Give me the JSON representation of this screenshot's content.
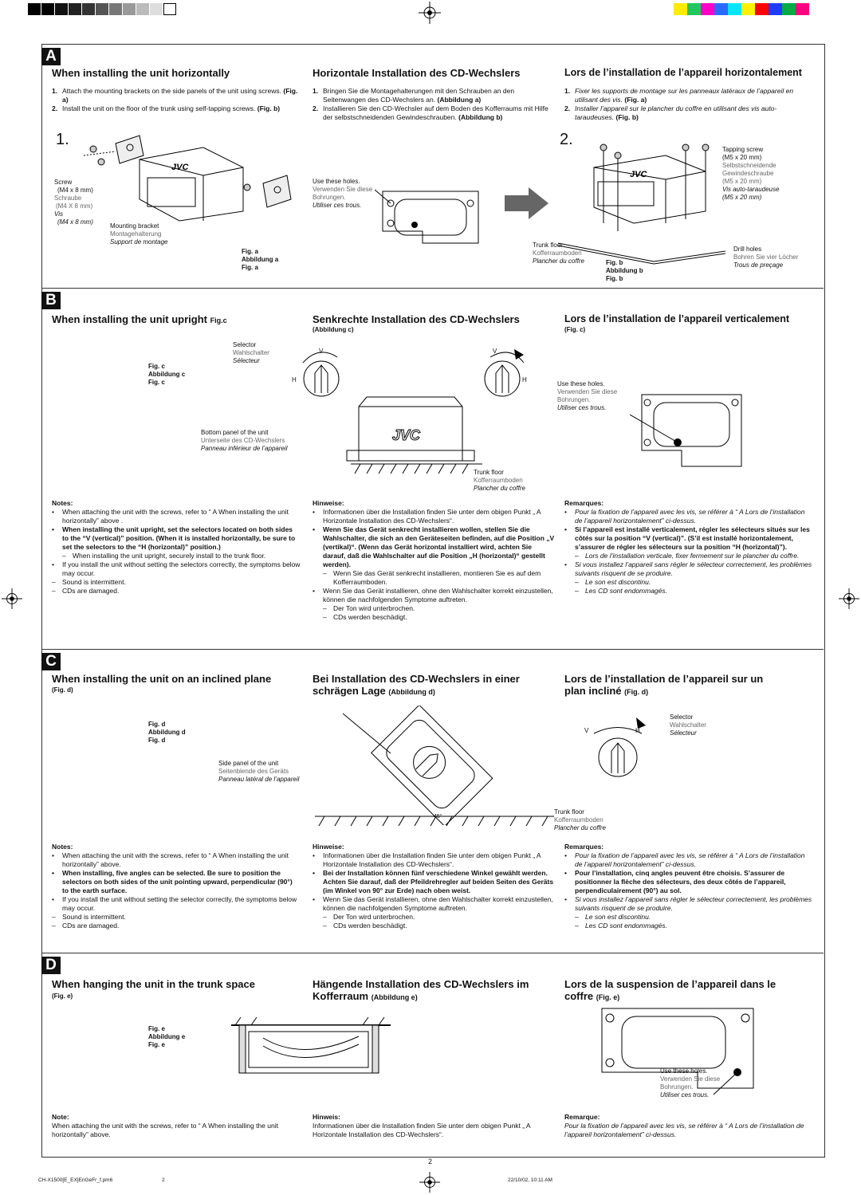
{
  "colors": {
    "frame": "#333333",
    "badge": "#111111",
    "grey_text": "#666666",
    "registration": [
      "#ffeb00",
      "#22c55e",
      "#ff00c8",
      "#2a6bff",
      "#00e6ff",
      "#e6e600",
      "#ff0000",
      "#1e3cff",
      "#00aa44",
      "#ff0080"
    ]
  },
  "sectionA": {
    "badge": "A",
    "en": {
      "title": "When installing the unit horizontally",
      "items": [
        {
          "n": "1.",
          "text": "Attach the mounting brackets on the side panels of the unit using screws.",
          "ref": "(Fig. a)"
        },
        {
          "n": "2.",
          "text": "Install the unit on the floor of the trunk using self-tapping screws.",
          "ref": "(Fig. b)"
        }
      ]
    },
    "de": {
      "title": "Horizontale Installation des CD-Wechslers",
      "items": [
        {
          "n": "1.",
          "text": "Bringen Sie die Montagehalterungen mit den Schrauben an den Seitenwangen des CD-Wechslers an.",
          "ref": "(Abbildung a)"
        },
        {
          "n": "2.",
          "text": "Installieren Sie den CD-Wechsler auf dem Boden des Kofferraums mit Hilfe der selbstschneidenden Gewindeschrauben.",
          "ref": "(Abbildung b)"
        }
      ]
    },
    "fr": {
      "title": "Lors de l’installation de l’appareil horizontalement",
      "items": [
        {
          "n": "1.",
          "text": "Fixer les supports de montage sur les panneaux latéraux de l’appareil en utilisant des vis.",
          "ref": "(Fig. a)"
        },
        {
          "n": "2.",
          "text": "Installer l’appareil sur le plancher du coffre en utilisant des vis auto-taraudeuses.",
          "ref": "(Fig. b)"
        }
      ]
    },
    "step1": "1.",
    "step2": "2.",
    "screw": {
      "en": "Screw",
      "size": "(M4 x 8 mm)",
      "de": "Schraube",
      "de_size": "(M4 X 8 mm)",
      "fr": "Vis",
      "fr_size": "(M4 x 8 mm)"
    },
    "bracket": {
      "en": "Mounting bracket",
      "de": "Montagehalterung",
      "fr": "Support de montage"
    },
    "figa": [
      "Fig. a",
      "Abbildung a",
      "Fig. a"
    ],
    "holes": {
      "en": "Use these holes.",
      "de1": "Verwenden Sie diese",
      "de2": "Bohrungen.",
      "fr": "Utiliser ces trous."
    },
    "tapping": {
      "en": "Tapping screw",
      "size": "(M5 x 20 mm)",
      "de1": "Selbstschneidende",
      "de2": "Gewindeschraube",
      "de_size": "(M5 x 20 mm)",
      "fr": "Vis auto-taraudeuse",
      "fr_size": "(M5 x 20 mm)"
    },
    "trunk": {
      "en": "Trunk floor",
      "de": "Kofferraumboden",
      "fr": "Plancher du coffre"
    },
    "drill": {
      "en": "Drill holes",
      "de": "Bohren Sie vier Löcher",
      "fr": "Trous de preçage"
    },
    "figb": [
      "Fig. b",
      "Abbildung b",
      "Fig. b"
    ],
    "brand": "JVC"
  },
  "sectionB": {
    "badge": "B",
    "en": {
      "title": "When installing the unit upright",
      "ref": "Fig.c"
    },
    "de": {
      "title": "Senkrechte Installation des CD-Wechslers",
      "ref": "(Abbildung c)"
    },
    "fr": {
      "title": "Lors de l’installation de l’appareil verticalement",
      "ref": "(Fig. c)"
    },
    "figc": [
      "Fig. c",
      "Abbildung c",
      "Fig. c"
    ],
    "selector": {
      "en": "Selector",
      "de": "Wahlschalter",
      "fr": "Sélecteur"
    },
    "bottom": {
      "en": "Bottom panel of the unit",
      "de": "Unterseite des CD-Wechslers",
      "fr": "Panneau inférieur de l’appareil"
    },
    "trunk": {
      "en": "Trunk floor",
      "de": "Kofferraumboden",
      "fr": "Plancher du coffre"
    },
    "holes": {
      "en": "Use these holes.",
      "de1": "Verwenden Sie diese",
      "de2": "Bohrungen.",
      "fr": "Utiliser ces trous."
    },
    "V": "V",
    "H": "H",
    "notes_en": {
      "title": "Notes:",
      "items": [
        {
          "t": "b",
          "text": "When attaching the unit with the screws, refer to “ A When installing the unit horizontally” above ."
        },
        {
          "t": "bb",
          "text": "When installing the unit upright, set the selectors located on both sides to the “V (vertical)” position. (When it is installed horizontally, be sure to set the selectors to the “H (horizontal)” position.)"
        },
        {
          "t": "d",
          "text": "When installing the unit upright, securely install to the trunk floor."
        },
        {
          "t": "b",
          "text": "If you install the unit without setting the selectors correctly, the symptoms below may occur."
        },
        {
          "t": "d",
          "text": "Sound is intermittent."
        },
        {
          "t": "d",
          "text": "CDs are damaged."
        }
      ]
    },
    "notes_de": {
      "title": "Hinweise:",
      "items": [
        {
          "t": "b",
          "text": "Informationen über die Installation finden Sie unter dem obigen Punkt „ A Horizontale Installation des CD-Wechslers“."
        },
        {
          "t": "bb",
          "text": "Wenn Sie das Gerät senkrecht installieren wollen, stellen Sie die Wahlschalter, die sich an den Geräteseiten befinden, auf die Position „V (vertikal)“. (Wenn das Gerät horizontal installiert wird, achten Sie darauf, daß die Wahlschalter auf die Position „H (horizontal)“ gestellt werden)."
        },
        {
          "t": "d",
          "text": "Wenn Sie das Gerät senkrecht installieren, montieren Sie es auf dem Kofferraumboden."
        },
        {
          "t": "b",
          "text": "Wenn Sie das Gerät installieren, ohne den Wahlschalter korrekt einzustellen, können die nachfolgenden Symptome auftreten."
        },
        {
          "t": "d",
          "text": "Der Ton wird unterbrochen."
        },
        {
          "t": "d",
          "text": "CDs werden beschädigt."
        }
      ]
    },
    "notes_fr": {
      "title": "Remarques:",
      "items": [
        {
          "t": "bi",
          "text": "Pour la fixation de l’appareil avec les vis, se référer à “ A Lors de l’installation de l’appareil horizontalement” ci-dessus."
        },
        {
          "t": "bb",
          "text": "Si l’appareil est installé verticalement, régler les sélecteurs situés sur les côtés sur la position “V (vertical)”. (S’il est installé horizontalement, s’assurer de régler les sélecteurs sur la position “H (horizontal)”)."
        },
        {
          "t": "di",
          "text": "Lors de l’installation verticale, fixer fermement sur le plancher du coffre."
        },
        {
          "t": "bi",
          "text": "Si vous installez l’appareil sans régler le sélecteur correctement, les problèmes suivants risquent de se produire."
        },
        {
          "t": "di",
          "text": "Le son est discontinu."
        },
        {
          "t": "di",
          "text": "Les CD sont endommagés."
        }
      ]
    }
  },
  "sectionC": {
    "badge": "C",
    "en": {
      "title": "When installing the unit on an inclined plane",
      "ref": "(Fig. d)"
    },
    "de": {
      "title1": "Bei Installation des CD-Wechslers in einer",
      "title2": "schrägen Lage",
      "ref": "(Abbildung d)"
    },
    "fr": {
      "title1": "Lors de l’installation de l’appareil sur un",
      "title2": "plan incliné",
      "ref": "(Fig. d)"
    },
    "figd": [
      "Fig. d",
      "Abbildung d",
      "Fig. d"
    ],
    "side": {
      "en": "Side panel of the unit",
      "de": "Seitenblende des Geräts",
      "fr": "Panneau latéral de l’appareil"
    },
    "selector": {
      "en": "Selector",
      "de": "Wahlschalter",
      "fr": "Sélecteur"
    },
    "trunk": {
      "en": "Trunk floor",
      "de": "Kofferraumboden",
      "fr": "Plancher du coffre"
    },
    "angle": "45°",
    "notes_en": {
      "title": "Notes:",
      "items": [
        {
          "t": "b",
          "text": "When attaching the unit with the screws, refer to “ A When installing the unit horizontally” above."
        },
        {
          "t": "bb",
          "text": "When installing, five angles can be selected. Be sure to position the selectors on both sides of the unit pointing upward, perpendicular (90°) to the earth surface."
        },
        {
          "t": "b",
          "text": "If you install the unit without setting the selector correctly, the symptoms below may occur."
        },
        {
          "t": "d",
          "text": "Sound is intermittent."
        },
        {
          "t": "d",
          "text": "CDs are damaged."
        }
      ]
    },
    "notes_de": {
      "title": "Hinweise:",
      "items": [
        {
          "t": "b",
          "text": "Informationen über die Installation finden Sie unter dem obigen Punkt „ A Horizontale Installation des CD-Wechslers“."
        },
        {
          "t": "bb",
          "text": "Bei der Installation können fünf verschiedene Winkel gewählt werden. Achten Sie darauf, daß der Pfeildrehregler auf beiden Seiten des Geräts (im Winkel von 90° zur Erde) nach oben weist."
        },
        {
          "t": "b",
          "text": "Wenn Sie das Gerät installieren, ohne den Wahlschalter korrekt einzustellen, können die nachfolgenden Symptome auftreten."
        },
        {
          "t": "d",
          "text": "Der Ton wird unterbrochen."
        },
        {
          "t": "d",
          "text": "CDs werden beschädigt."
        }
      ]
    },
    "notes_fr": {
      "title": "Remarques:",
      "items": [
        {
          "t": "bi",
          "text": "Pour la fixation de l’appareil avec les vis, se référer à “ A Lors de l’installation de l’appareil horizontalement” ci-dessus."
        },
        {
          "t": "bb",
          "text": "Pour l’installation, cinq angles peuvent être choisis. S’assurer de positionner la flèche des sélecteurs, des deux côtés de l’appareil, perpendiculairement (90°) au sol."
        },
        {
          "t": "bi",
          "text": "Si vous installez l’appareil sans régler le sélecteur correctement, les problèmes suivants risquent de se produire."
        },
        {
          "t": "di",
          "text": "Le son est discontinu."
        },
        {
          "t": "di",
          "text": "Les CD sont endommagés."
        }
      ]
    }
  },
  "sectionD": {
    "badge": "D",
    "en": {
      "title": "When hanging the unit in the trunk space",
      "ref": "(Fig. e)"
    },
    "de": {
      "title1": "Hängende Installation des CD-Wechslers im",
      "title2": "Kofferraum",
      "ref": "(Abbildung e)"
    },
    "fr": {
      "title1": "Lors de la suspension de l’appareil dans le",
      "title2": "coffre",
      "ref": "(Fig. e)"
    },
    "fige": [
      "Fig. e",
      "Abbildung e",
      "Fig. e"
    ],
    "holes": {
      "en": "Use these holes.",
      "de1": "Verwenden Sie diese",
      "de2": "Bohrungen.",
      "fr": "Utiliser ces trous."
    },
    "note_en": {
      "title": "Note:",
      "text": "When attaching the unit with the screws, refer to “ A When installing the unit horizontally” above."
    },
    "note_de": {
      "title": "Hinweis:",
      "text": "Informationen über die Installation finden Sie unter dem obigen Punkt „ A Horizontale Installation des CD-Wechslers“."
    },
    "note_fr": {
      "title": "Remarque:",
      "text": "Pour la fixation de l’appareil avec les vis, se référer à “ A Lors de l’installation de l’appareil horizontalement” ci-dessus."
    }
  },
  "footer": {
    "page": "2",
    "file": "CH-X1500[E_EX]EnGeFr_f.pm6",
    "num": "2",
    "date": "22/10/02, 10:11 AM"
  }
}
